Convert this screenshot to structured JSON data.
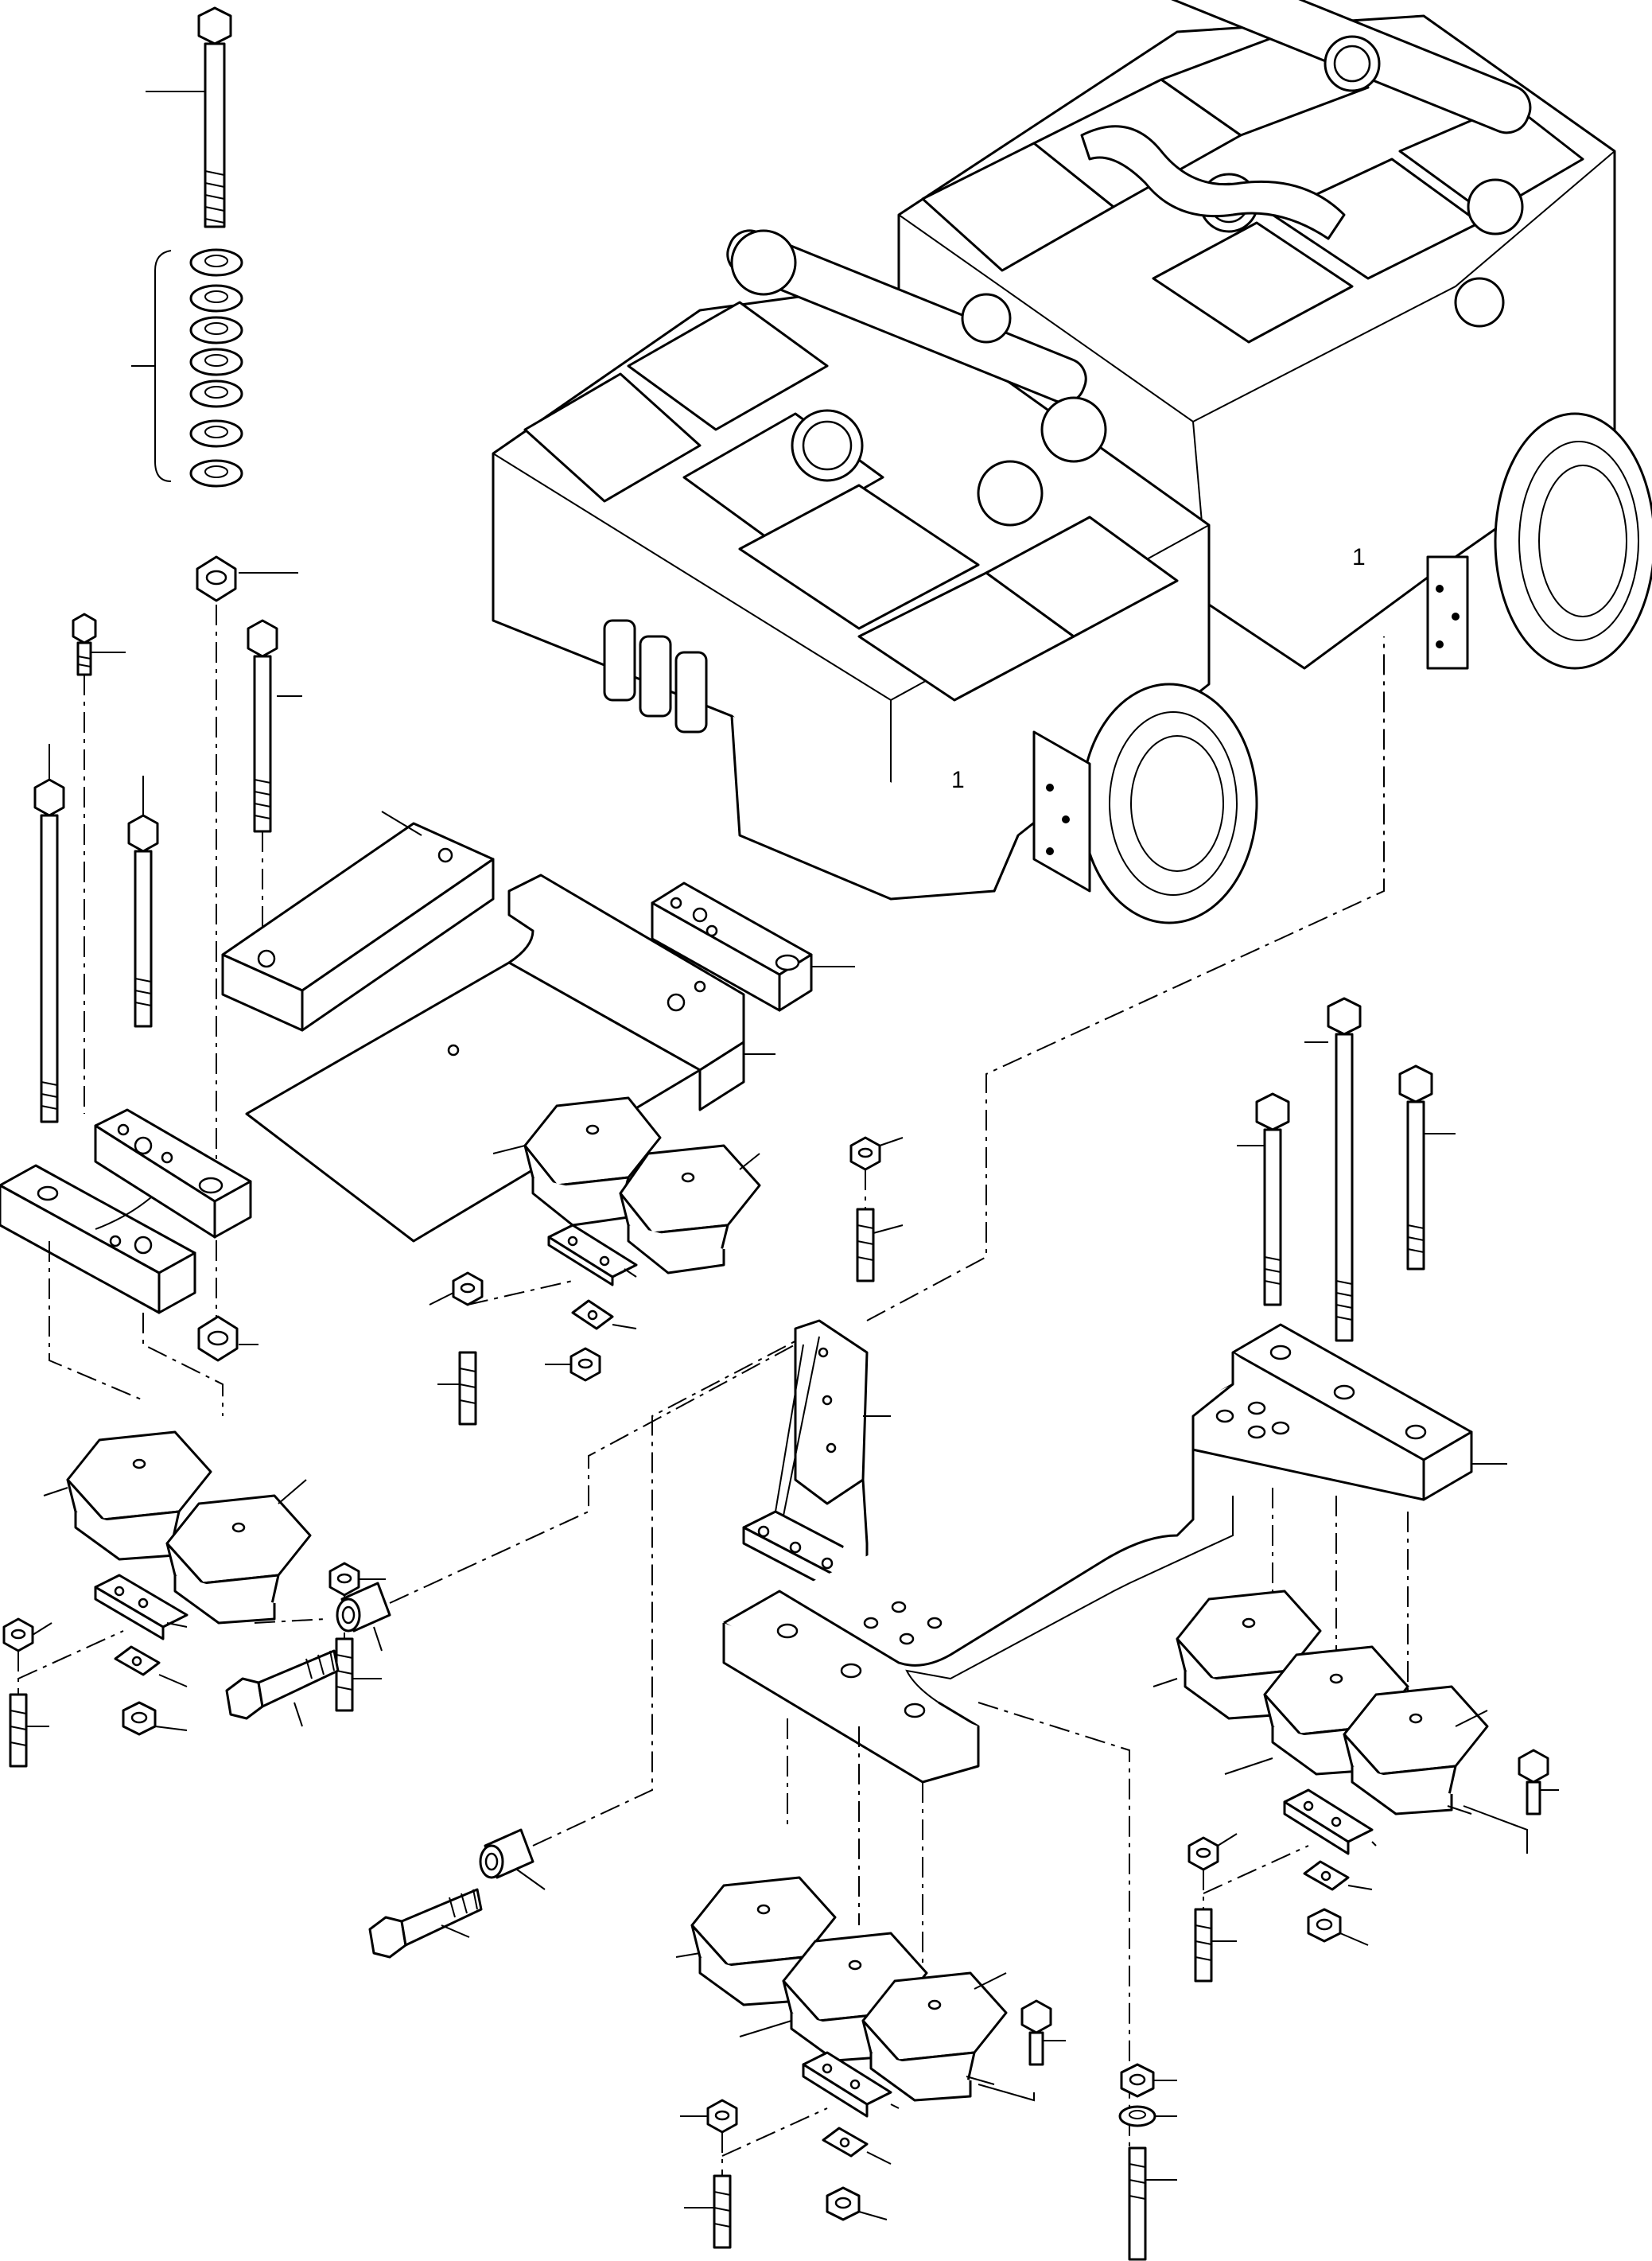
{
  "figure": {
    "engine_callouts": [
      {
        "id": "left-engine-label",
        "text": "1"
      },
      {
        "id": "right-engine-label",
        "text": "1"
      }
    ]
  },
  "colors": {
    "line": "#000000",
    "background": "#ffffff"
  }
}
